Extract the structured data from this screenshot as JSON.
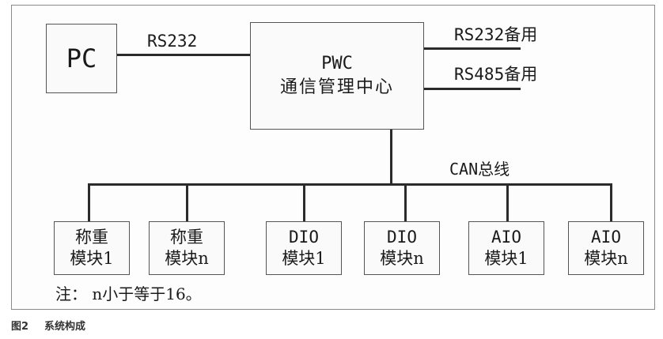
{
  "diagram": {
    "pc": "PC",
    "center_line1": "PWC",
    "center_line2": "通信管理中心",
    "link_pc": "RS232",
    "link_rs232_spare": "RS232备用",
    "link_rs485_spare": "RS485备用",
    "bus_label": "CAN总线",
    "modules": [
      {
        "line1": "称重",
        "line2": "模块1"
      },
      {
        "line1": "称重",
        "line2": "模块n"
      },
      {
        "line1": "DIO",
        "line2": "模块1"
      },
      {
        "line1": "DIO",
        "line2": "模块n"
      },
      {
        "line1": "AIO",
        "line2": "模块1"
      },
      {
        "line1": "AIO",
        "line2": "模块n"
      }
    ],
    "note": "注： n小于等于16。"
  },
  "caption": {
    "number": "图2",
    "title": "系统构成"
  }
}
